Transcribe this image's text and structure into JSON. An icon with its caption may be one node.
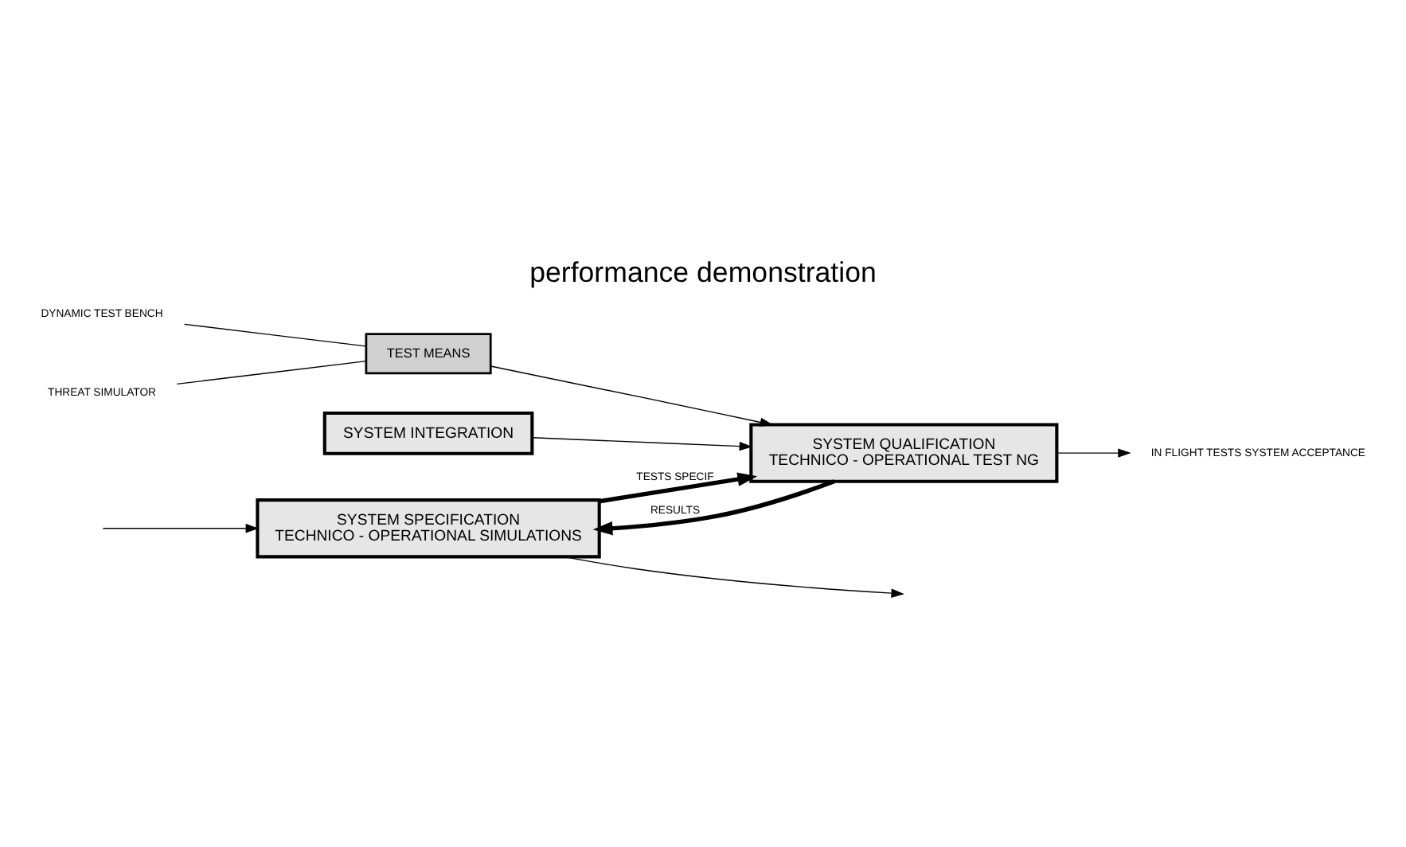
{
  "diagram": {
    "title": "performance demonstration",
    "nodes": [
      {
        "text": [
          "SYSTEM SPECIFICATION",
          "TECHNICO - OPERATIONAL SIMULATIONS"
        ]
      },
      {
        "text": [
          "SYSTEM QUALIFICATION",
          "TECHNICO - OPERATIONAL TEST NG"
        ]
      },
      {
        "text": [
          "IN FLIGHT TESTS SYSTEM ACCEPTANCE"
        ]
      },
      {
        "text": [
          "TEST MEANS"
        ]
      },
      {
        "text": [
          "DYNAMIC TEST BENCH"
        ]
      },
      {
        "text": [
          "THREAT SIMULATOR"
        ]
      },
      {
        "text": [
          "SYSTEM INTEGRATION"
        ]
      }
    ],
    "edges": [
      {
        "from": 0,
        "to": null,
        "arrow": "to"
      },
      {
        "from": 0,
        "to": 1,
        "arrow": "to",
        "label": "TESTS SPECIF",
        "style": "thick"
      },
      {
        "from": 1,
        "to": 0,
        "arrow": "to",
        "label": "RESULTS",
        "style": "thick"
      },
      {
        "from": 1,
        "to": 2,
        "arrow": "to"
      },
      {
        "from": null,
        "to": 0,
        "arrow": "to"
      },
      {
        "from": 4,
        "to": 3,
        "arrow": "none"
      },
      {
        "from": 5,
        "to": 3,
        "arrow": "none"
      },
      {
        "from": 3,
        "to": 1,
        "arrow": "to"
      },
      {
        "from": 6,
        "to": 1,
        "arrow": "to"
      }
    ]
  }
}
